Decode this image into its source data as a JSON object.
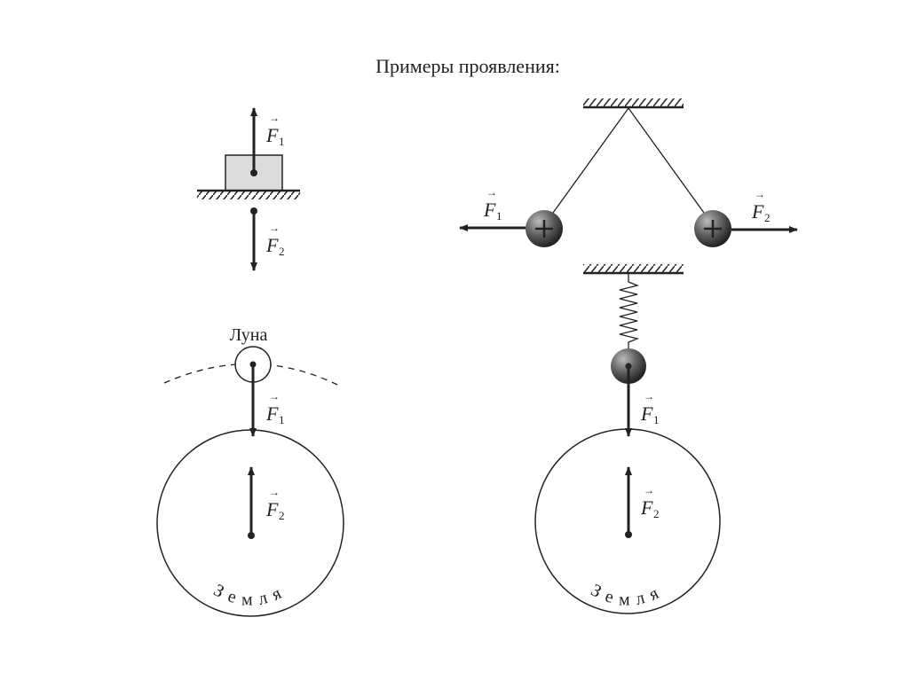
{
  "title": "Примеры проявления:",
  "labels": {
    "f1": "F",
    "f2": "F",
    "sub1": "1",
    "sub2": "2",
    "moon": "Луна",
    "earth": "Земля"
  },
  "colors": {
    "ink": "#222222",
    "block": "#dcdcdc",
    "ball": "#555555"
  }
}
